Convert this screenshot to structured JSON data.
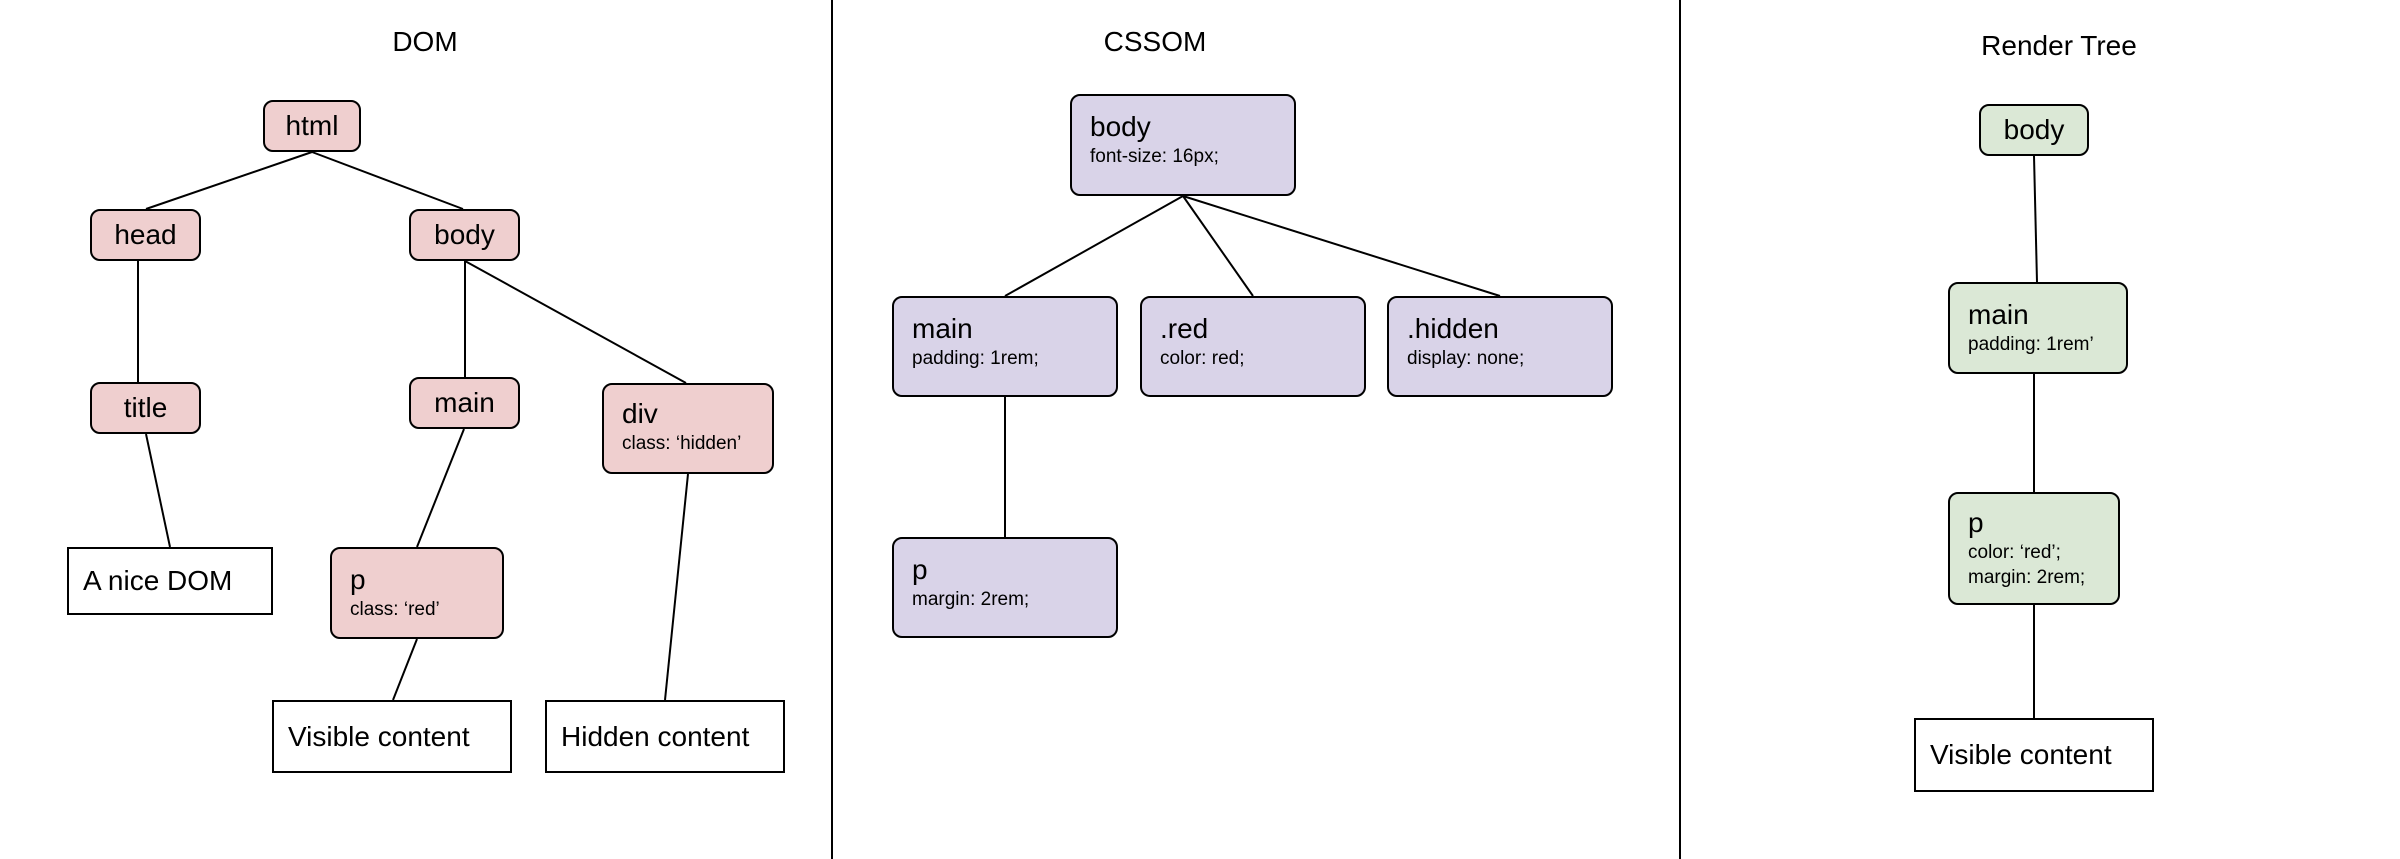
{
  "dom": {
    "title": "DOM",
    "nodes": {
      "html": "html",
      "head": "head",
      "body": "body",
      "title": "title",
      "main": "main",
      "div": "div",
      "div_detail": "class: ‘hidden’",
      "text_nice": "A nice DOM",
      "p": "p",
      "p_detail": "class: ‘red’",
      "text_visible": "Visible content",
      "text_hidden": "Hidden content"
    }
  },
  "cssom": {
    "title": "CSSOM",
    "nodes": {
      "body": "body",
      "body_detail": "font-size: 16px;",
      "main": "main",
      "main_detail": "padding: 1rem;",
      "red": ".red",
      "red_detail": "color: red;",
      "hidden": ".hidden",
      "hidden_detail": "display: none;",
      "p": "p",
      "p_detail": "margin: 2rem;"
    }
  },
  "render_tree": {
    "title": "Render Tree",
    "nodes": {
      "body": "body",
      "main": "main",
      "main_detail": "padding: 1rem’",
      "p": "p",
      "p_detail_1": "color: ‘red’;",
      "p_detail_2": "margin: 2rem;",
      "text_visible": "Visible content"
    }
  },
  "colors": {
    "dom_node_fill": "#efcfcf",
    "cssom_node_fill": "#d9d3e8",
    "render_node_fill": "#dbe8d6",
    "leaf_fill": "#ffffff",
    "stroke": "#000000"
  }
}
